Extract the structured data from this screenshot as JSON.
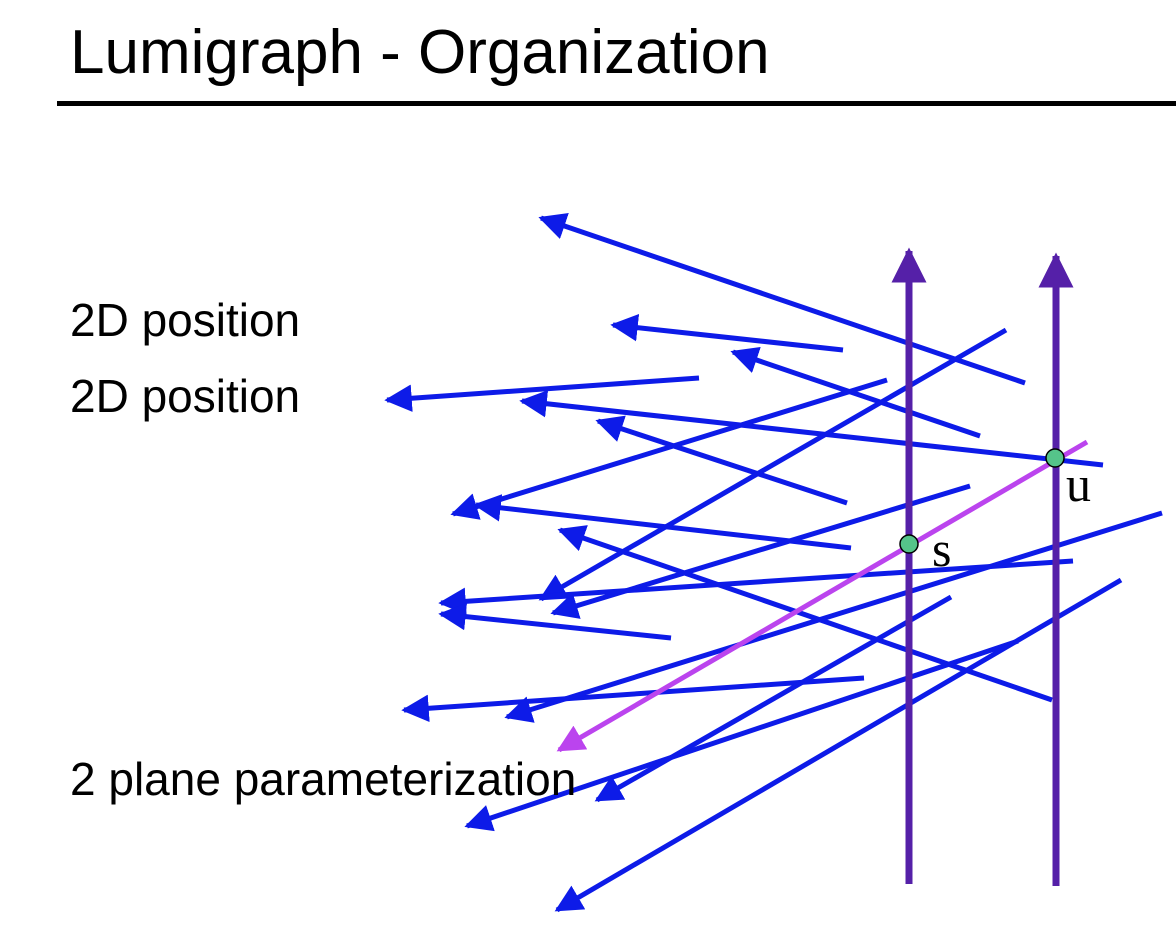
{
  "title": "Lumigraph - Organization",
  "labels": {
    "first": "2D position",
    "second": "2D position",
    "third": "2 plane parameterization"
  },
  "diagram": {
    "plane_labels": {
      "s": "s",
      "u": "u"
    },
    "colors": {
      "rays": "#0d1be8",
      "planes": "#5520a8",
      "highlight_ray": "#bb44ee",
      "intersection_point": "#55c48a"
    }
  }
}
